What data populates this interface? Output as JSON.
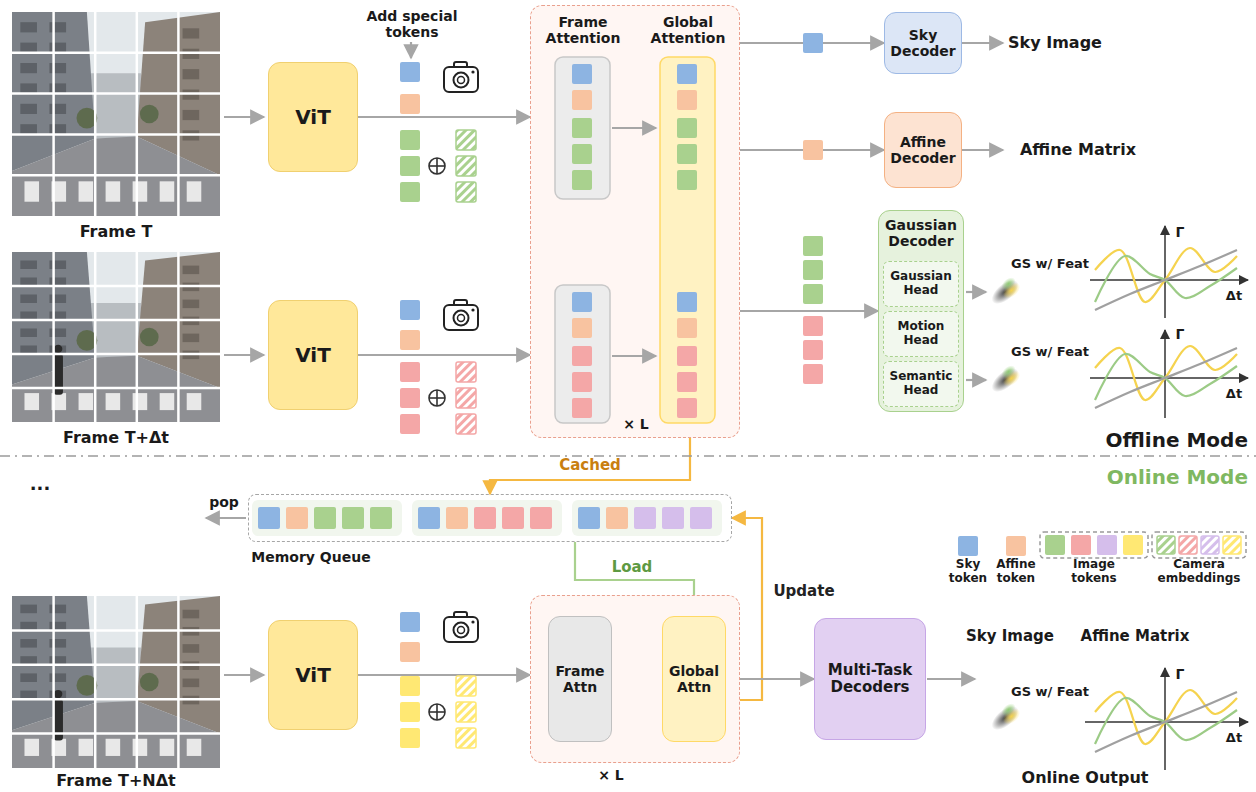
{
  "diagram": {
    "nodes": [
      {
        "text": [
          "ViT"
        ]
      },
      {
        "text": [
          "ViT"
        ]
      },
      {
        "text": [
          "Frame Attention",
          "Global Attention",
          "× L"
        ]
      },
      {
        "text": [
          "Sky Decoder"
        ]
      },
      {
        "text": [
          "Affine Decoder"
        ]
      },
      {
        "text": [
          "Gaussian Decoder"
        ]
      },
      {
        "text": [
          "Gaussian Head"
        ],
        "in": 5
      },
      {
        "text": [
          "Motion Head"
        ],
        "in": 5
      },
      {
        "text": [
          "Semantic Head"
        ],
        "in": 5
      },
      {
        "text": [
          "Memory Queue"
        ]
      },
      {
        "text": [
          "ViT"
        ]
      },
      {
        "text": [
          "× L"
        ]
      },
      {
        "text": [
          "Frame Attn"
        ],
        "in": 11
      },
      {
        "text": [
          "Global Attn"
        ],
        "in": 11
      },
      {
        "text": [
          "Multi-Task Decoders"
        ]
      }
    ],
    "edges": [
      {
        "from": 0,
        "to": 2,
        "arrow": "to"
      },
      {
        "from": 1,
        "to": 2,
        "arrow": "to"
      },
      {
        "from": 2,
        "to": 3,
        "arrow": "to"
      },
      {
        "from": 2,
        "to": 4,
        "arrow": "to"
      },
      {
        "from": 2,
        "to": 5,
        "arrow": "to"
      },
      {
        "from": 2,
        "to": 9,
        "arrow": "to",
        "label": "Cached"
      },
      {
        "from": 9,
        "to": 13,
        "arrow": "to",
        "label": "Load"
      },
      {
        "from": 13,
        "to": 9,
        "arrow": "to",
        "label": "Update"
      },
      {
        "from": 10,
        "to": 11,
        "arrow": "to"
      },
      {
        "from": 12,
        "to": 13,
        "arrow": "to"
      },
      {
        "from": 11,
        "to": 14,
        "arrow": "to"
      }
    ],
    "labels": [
      "Add special tokens",
      "Frame T",
      "Frame T+Δt",
      "...",
      "Sky Image",
      "Affine Matrix",
      "GS w/ Feat",
      "Γ",
      "Δt",
      "GS w/ Feat",
      "Γ",
      "Δt",
      "Offline Mode",
      "Online Mode",
      "pop",
      "Frame T+NΔt",
      "Sky Image",
      "Affine Matrix",
      "GS w/ Feat",
      "Γ",
      "Δt",
      "Online Output"
    ],
    "legend": [
      {
        "text": "Sky token",
        "color": "#8DB4E2"
      },
      {
        "text": "Affine token",
        "color": "#F8C3A0"
      },
      {
        "text": "Image tokens"
      },
      {
        "text": "Camera embeddings"
      }
    ]
  }
}
